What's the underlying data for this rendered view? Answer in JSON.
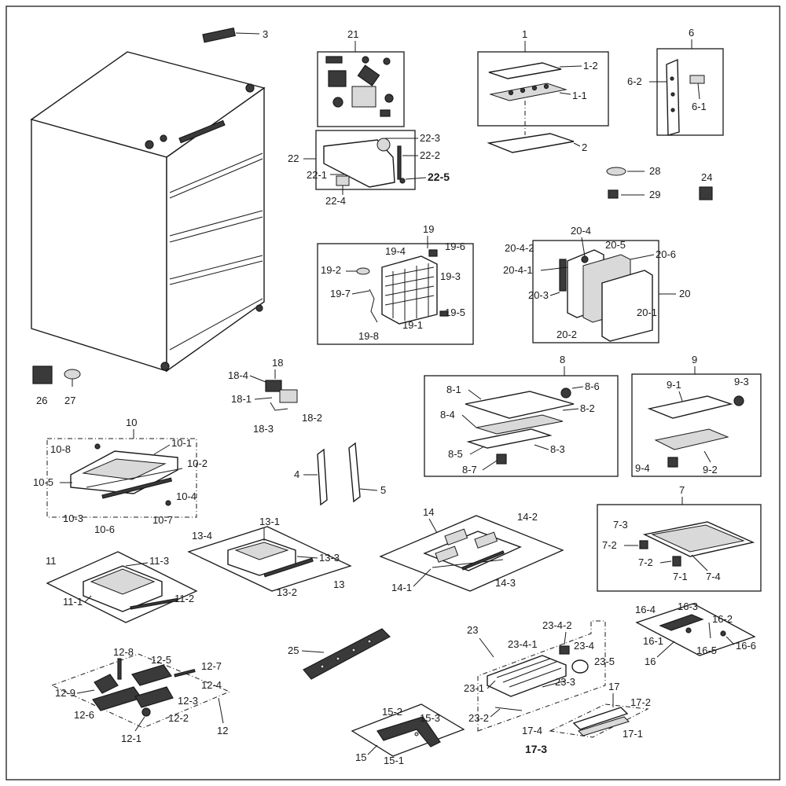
{
  "labels": {
    "l1": "1",
    "l1_1": "1-1",
    "l1_2": "1-2",
    "l2": "2",
    "l3": "3",
    "l4": "4",
    "l5": "5",
    "l6": "6",
    "l6_1": "6-1",
    "l6_2": "6-2",
    "l7": "7",
    "l7_1": "7-1",
    "l7_2a": "7-2",
    "l7_2b": "7-2",
    "l7_3": "7-3",
    "l7_4": "7-4",
    "l8": "8",
    "l8_1": "8-1",
    "l8_2": "8-2",
    "l8_3": "8-3",
    "l8_4": "8-4",
    "l8_5": "8-5",
    "l8_6": "8-6",
    "l8_7": "8-7",
    "l9": "9",
    "l9_1": "9-1",
    "l9_2": "9-2",
    "l9_3": "9-3",
    "l9_4": "9-4",
    "l10": "10",
    "l10_1": "10-1",
    "l10_2": "10-2",
    "l10_3": "10-3",
    "l10_4": "10-4",
    "l10_5": "10-5",
    "l10_6": "10-6",
    "l10_7": "10-7",
    "l10_8": "10-8",
    "l11": "11",
    "l11_1": "11-1",
    "l11_2": "11-2",
    "l11_3": "11-3",
    "l12": "12",
    "l12_1": "12-1",
    "l12_2": "12-2",
    "l12_3": "12-3",
    "l12_4": "12-4",
    "l12_5": "12-5",
    "l12_6": "12-6",
    "l12_7": "12-7",
    "l12_8": "12-8",
    "l12_9": "12-9",
    "l13": "13",
    "l13_1": "13-1",
    "l13_2": "13-2",
    "l13_3": "13-3",
    "l13_4": "13-4",
    "l14": "14",
    "l14_1": "14-1",
    "l14_2": "14-2",
    "l14_3": "14-3",
    "l15": "15",
    "l15_1": "15-1",
    "l15_2": "15-2",
    "l15_3": "15-3",
    "l16": "16",
    "l16_1": "16-1",
    "l16_2": "16-2",
    "l16_3": "16-3",
    "l16_4": "16-4",
    "l16_5": "16-5",
    "l16_6": "16-6",
    "l17": "17",
    "l17_1": "17-1",
    "l17_2": "17-2",
    "l17_3": "17-3",
    "l17_4": "17-4",
    "l18": "18",
    "l18_1": "18-1",
    "l18_2": "18-2",
    "l18_3": "18-3",
    "l18_4": "18-4",
    "l19": "19",
    "l19_1": "19-1",
    "l19_2": "19-2",
    "l19_3": "19-3",
    "l19_4": "19-4",
    "l19_5": "19-5",
    "l19_6": "19-6",
    "l19_7": "19-7",
    "l19_8": "19-8",
    "l20": "20",
    "l20_1": "20-1",
    "l20_2": "20-2",
    "l20_3": "20-3",
    "l20_4": "20-4",
    "l20_4_1": "20-4-1",
    "l20_4_2": "20-4-2",
    "l20_5": "20-5",
    "l20_6": "20-6",
    "l21": "21",
    "l22": "22",
    "l22_1": "22-1",
    "l22_2": "22-2",
    "l22_3": "22-3",
    "l22_4": "22-4",
    "l22_5": "22-5",
    "l23": "23",
    "l23_1": "23-1",
    "l23_2": "23-2",
    "l23_3": "23-3",
    "l23_4": "23-4",
    "l23_4_1": "23-4-1",
    "l23_4_2": "23-4-2",
    "l23_5": "23-5",
    "l24": "24",
    "l25": "25",
    "l26": "26",
    "l27": "27",
    "l28": "28",
    "l29": "29"
  },
  "colors": {
    "line": "#1a1a1a",
    "background": "#ffffff",
    "part_dark": "#3a3a3a",
    "part_light": "#d9d9d9"
  }
}
